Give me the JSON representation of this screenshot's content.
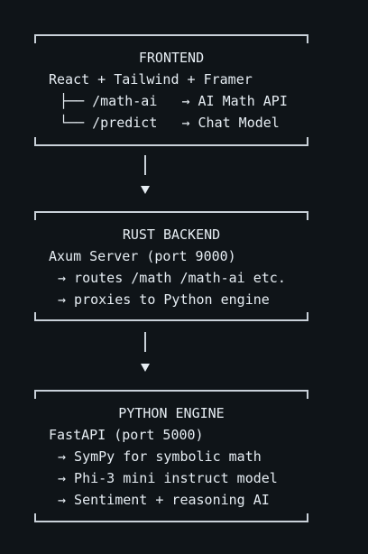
{
  "frontend": {
    "title": "FRONTEND",
    "lines": [
      "React + Tailwind + Framer",
      "├── /math-ai   → AI Math API",
      "└── /predict   → Chat Model"
    ]
  },
  "backend": {
    "title": "RUST BACKEND",
    "lines": [
      "Axum Server (port 9000)",
      "→ routes /math /math-ai etc.",
      "→ proxies to Python engine"
    ]
  },
  "engine": {
    "title": "PYTHON ENGINE",
    "lines": [
      "FastAPI (port 5000)",
      "→ SymPy for symbolic math",
      "→ Phi-3 mini instruct model",
      "→ Sentiment + reasoning AI"
    ]
  }
}
